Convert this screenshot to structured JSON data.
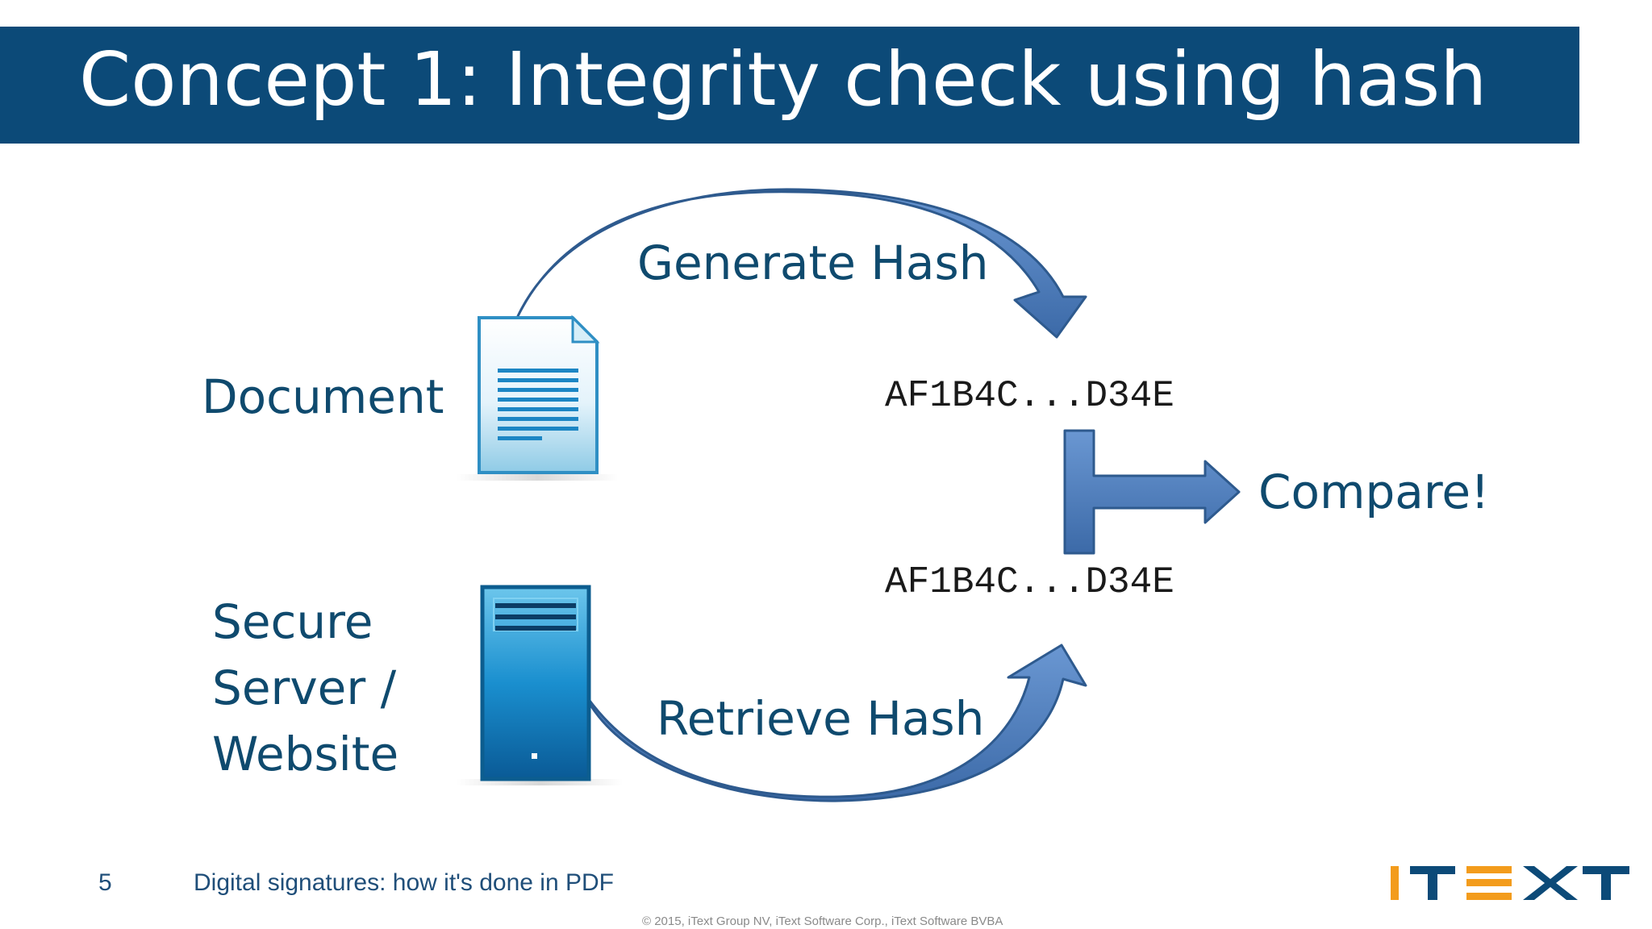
{
  "slide": {
    "title": "Concept 1: Integrity check using hash",
    "number": "5",
    "footer": "Digital signatures: how it's done in PDF",
    "copyright": "© 2015, iText Group NV, iText Software Corp., iText Software BVBA",
    "logo_text": "iText"
  },
  "diagram": {
    "document_label": "Document",
    "server_label_lines": [
      "Secure",
      "Server /",
      "Website"
    ],
    "generate_label": "Generate Hash",
    "retrieve_label": "Retrieve Hash",
    "hash_top": "AF1B4C...D34E",
    "hash_bottom": "AF1B4C...D34E",
    "compare_label": "Compare!"
  },
  "colors": {
    "title_bar": "#0c4a78",
    "label_text": "#0f4a6e",
    "arrow_fill": "#4a7bc0",
    "arrow_stroke": "#2e5a8e",
    "logo_orange": "#f39c1c",
    "logo_blue": "#0c4a78"
  },
  "icons": {
    "document": "document-icon",
    "server": "server-tower-icon"
  }
}
